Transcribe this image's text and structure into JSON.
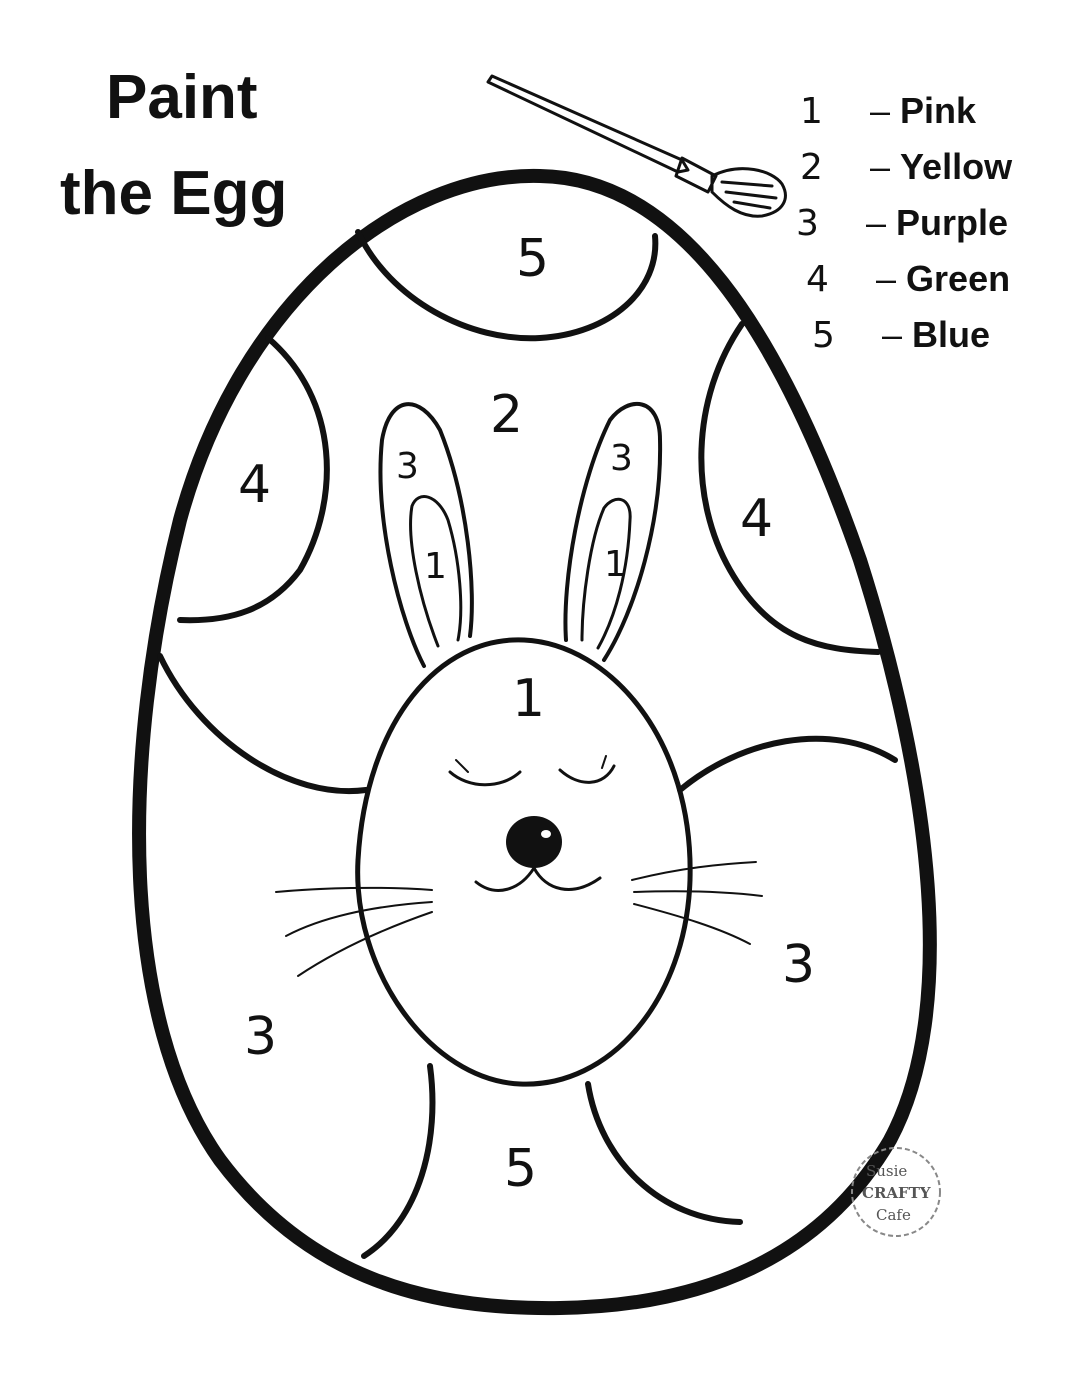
{
  "title": {
    "line1": "Paint",
    "line2": "the Egg"
  },
  "legend": [
    {
      "number": "1",
      "color_name": "Pink"
    },
    {
      "number": "2",
      "color_name": "Yellow"
    },
    {
      "number": "3",
      "color_name": "Purple"
    },
    {
      "number": "4",
      "color_name": "Green"
    },
    {
      "number": "5",
      "color_name": "Blue"
    }
  ],
  "zones": {
    "top_cap": "5",
    "upper_band": "2",
    "left_circle": "4",
    "right_circle": "4",
    "left_ear_outer": "3",
    "right_ear_outer": "3",
    "left_ear_inner": "1",
    "right_ear_inner": "1",
    "bunny_face": "1",
    "lower_left": "3",
    "lower_right": "3",
    "bottom_band": "5"
  },
  "watermark": {
    "line1": "Susie",
    "line2": "CRAFTY",
    "line3": "Cafe"
  },
  "line_color": "#111111",
  "icons": [
    "paintbrush-icon",
    "bunny-face",
    "egg-outline"
  ]
}
